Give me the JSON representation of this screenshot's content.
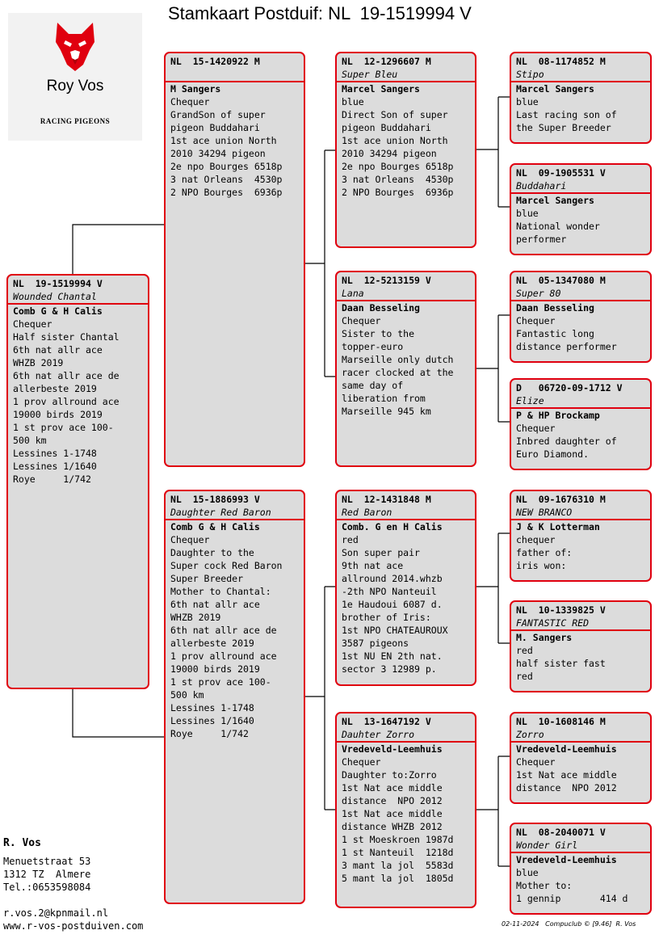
{
  "title": "Stamkaart Postduif: NL  19-1519994 V",
  "logo": {
    "name": "Roy Vos",
    "sub": "RACING PIGEONS",
    "icon": "wolf-head-icon"
  },
  "accent": "#e0000f",
  "cards": {
    "subject": {
      "ring": "NL  19-1519994 V",
      "name": "Wounded Chantal",
      "lines": [
        "Comb G & H Calis",
        "Chequer",
        "Half sister Chantal",
        "6th nat allr ace",
        "WHZB 2019",
        "6th nat allr ace de",
        "allerbeste 2019",
        "1 prov allround ace",
        "19000 birds 2019",
        "1 st prov ace 100-",
        "500 km",
        "Lessines 1-1748",
        "Lessines 1/1640",
        "Roye     1/742"
      ]
    },
    "father": {
      "ring": "NL  15-1420922 M",
      "name": "",
      "lines": [
        "M Sangers",
        "Chequer",
        "GrandSon of super",
        "pigeon Buddahari",
        "1st ace union North",
        "2010 34294 pigeon",
        "2e npo Bourges 6518p",
        "3 nat Orleans  4530p",
        "2 NPO Bourges  6936p"
      ]
    },
    "mother": {
      "ring": "NL  15-1886993 V",
      "name": "Daughter Red Baron",
      "lines": [
        "Comb G & H Calis",
        "Chequer",
        "Daughter to the",
        "Super cock Red Baron",
        "Super Breeder",
        "Mother to Chantal:",
        "6th nat allr ace",
        "WHZB 2019",
        "6th nat allr ace de",
        "allerbeste 2019",
        "1 prov allround ace",
        "19000 birds 2019",
        "1 st prov ace 100-",
        "500 km",
        "Lessines 1-1748",
        "Lessines 1/1640",
        "Roye     1/742"
      ]
    },
    "ff": {
      "ring": "NL  12-1296607 M",
      "name": "Super Bleu",
      "lines": [
        "Marcel Sangers",
        "blue",
        "Direct Son of super",
        "pigeon Buddahari",
        "1st ace union North",
        "2010 34294 pigeon",
        "2e npo Bourges 6518p",
        "3 nat Orleans  4530p",
        "2 NPO Bourges  6936p"
      ]
    },
    "fm": {
      "ring": "NL  12-5213159 V",
      "name": "Lana",
      "lines": [
        "Daan Besseling",
        "Chequer",
        "Sister to the",
        "topper-euro",
        "Marseille only dutch",
        "racer clocked at the",
        "same day of",
        "liberation from",
        "Marseille 945 km"
      ]
    },
    "mf": {
      "ring": "NL  12-1431848 M",
      "name": "Red Baron",
      "lines": [
        "Comb. G en H Calis",
        "red",
        "Son super pair",
        "9th nat ace",
        "allround 2014.whzb",
        "-2th NPO Nanteuil",
        "1e Haudoui 6087 d.",
        "brother of Iris:",
        "1st NPO CHATEAUROUX",
        "3587 pigeons",
        "1st NU EN 2th nat.",
        "sector 3 12989 p."
      ]
    },
    "mm": {
      "ring": "NL  13-1647192 V",
      "name": "Dauhter Zorro",
      "lines": [
        "Vredeveld-Leemhuis",
        "Chequer",
        "Daughter to:Zorro",
        "1st Nat ace middle",
        "distance  NPO 2012",
        "1st Nat ace middle",
        "distance WHZB 2012",
        "1 st Moeskroen 1987d",
        "1 st Nanteuil  1218d",
        "3 mant la jol  5583d",
        "5 mant la jol  1805d"
      ]
    },
    "fff": {
      "ring": "NL  08-1174852 M",
      "name": "Stipo",
      "lines": [
        "Marcel Sangers",
        "blue",
        "Last racing son of",
        "the Super Breeder"
      ]
    },
    "ffm": {
      "ring": "NL  09-1905531 V",
      "name": "Buddahari",
      "lines": [
        "Marcel Sangers",
        "blue",
        "National wonder",
        "performer"
      ]
    },
    "fmf": {
      "ring": "NL  05-1347080 M",
      "name": "Super 80",
      "lines": [
        "Daan Besseling",
        "Chequer",
        "Fantastic long",
        "distance performer"
      ]
    },
    "fmm": {
      "ring": "D   06720-09-1712 V",
      "name": "Elize",
      "lines": [
        "P & HP Brockamp",
        "Chequer",
        "Inbred daughter of",
        "Euro Diamond."
      ]
    },
    "mff": {
      "ring": "NL  09-1676310 M",
      "name": "NEW BRANCO",
      "lines": [
        "J & K Lotterman",
        "chequer",
        "father of:",
        "iris won:"
      ]
    },
    "mfm": {
      "ring": "NL  10-1339825 V",
      "name": "FANTASTIC RED",
      "lines": [
        "M. Sangers",
        "red",
        "half sister fast",
        "red"
      ]
    },
    "mmf": {
      "ring": "NL  10-1608146 M",
      "name": "Zorro",
      "lines": [
        "Vredeveld-Leemhuis",
        "Chequer",
        "1st Nat ace middle",
        "distance  NPO 2012"
      ]
    },
    "mmm": {
      "ring": "NL  08-2040071 V",
      "name": "Wonder Girl",
      "lines": [
        "Vredeveld-Leemhuis",
        "blue",
        "Mother to:",
        "1 gennip       414 d"
      ]
    }
  },
  "owner": {
    "name": "R. Vos",
    "address": [
      "Menuetstraat 53",
      "1312 TZ  Almere",
      "Tel.:0653598084"
    ],
    "contact": [
      "r.vos.2@kpnmail.nl",
      "www.r-vos-postduiven.com"
    ]
  },
  "footer": "02-11-2024   Compuclub © [9.46]  R. Vos"
}
